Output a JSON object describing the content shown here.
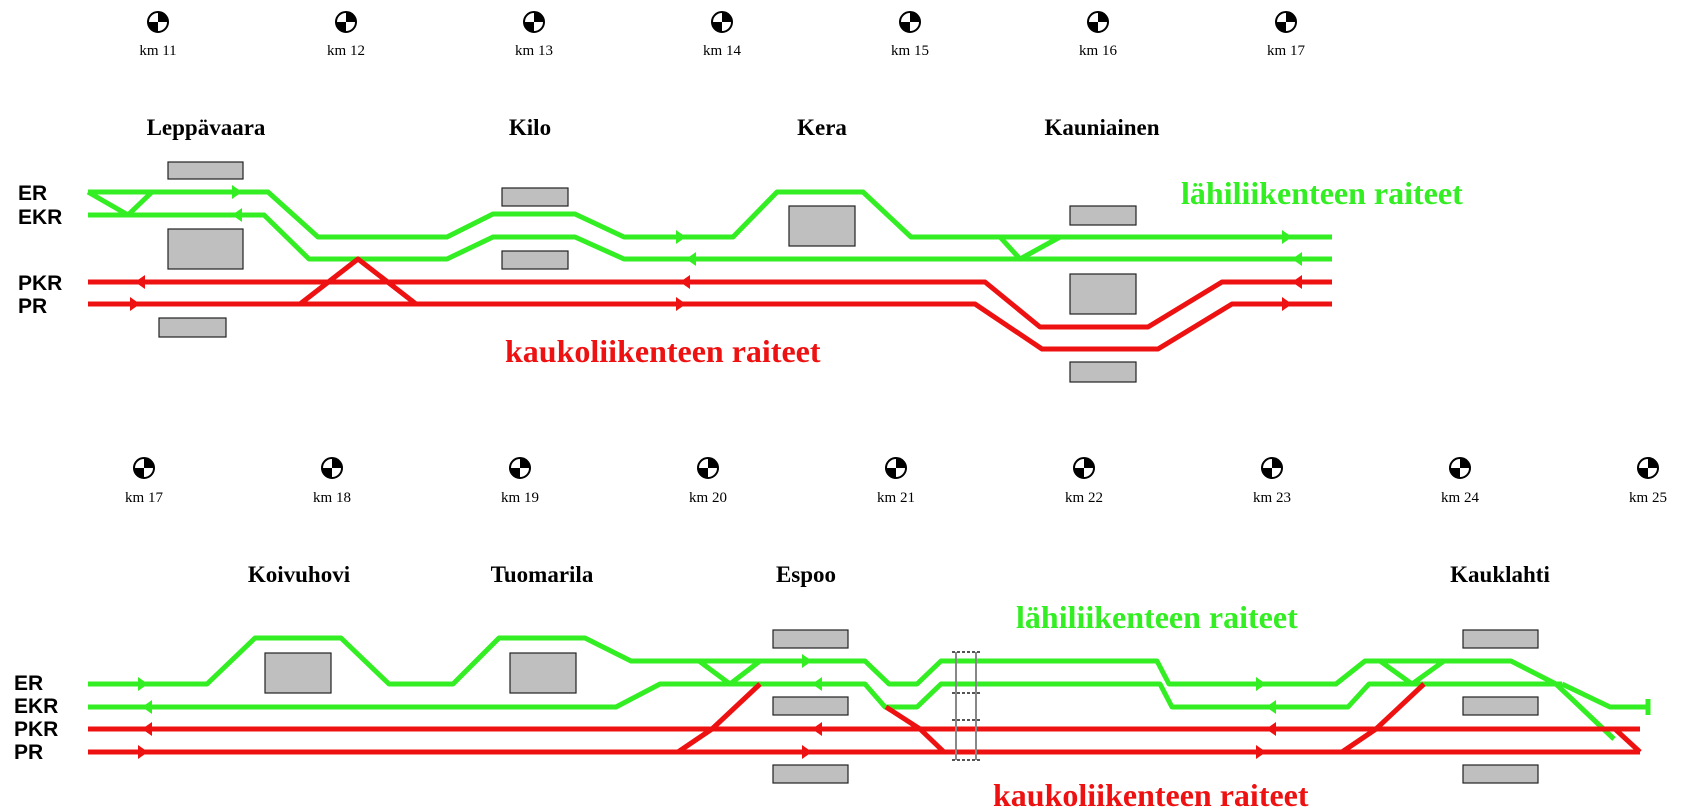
{
  "panels": [
    {
      "km_markers": [
        "km 11",
        "km 12",
        "km 13",
        "km 14",
        "km 15",
        "km 16",
        "km 17"
      ],
      "stations": [
        "Leppävaara",
        "Kilo",
        "Kera",
        "Kauniainen"
      ],
      "tracks": [
        "ER",
        "EKR",
        "PKR",
        "PR"
      ],
      "commuter_legend": "lähiliikenteen raiteet",
      "longdistance_legend": "kaukoliikenteen raiteet"
    },
    {
      "km_markers": [
        "km 17",
        "km 18",
        "km 19",
        "km 20",
        "km 21",
        "km 22",
        "km 23",
        "km 24",
        "km 25"
      ],
      "stations": [
        "Koivuhovi",
        "Tuomarila",
        "Espoo",
        "Kauklahti"
      ],
      "tracks": [
        "ER",
        "EKR",
        "PKR",
        "PR"
      ],
      "commuter_legend": "lähiliikenteen raiteet",
      "longdistance_legend": "kaukoliikenteen raiteet"
    }
  ],
  "colors": {
    "commuter_track": "#33ee22",
    "longdistance_track": "#ee1111",
    "platform": "#bfbfbf"
  },
  "icons": {
    "km_marker": "km-post-icon",
    "direction": "arrow-icon",
    "bridge": "bridge-icon",
    "buffer_stop": "buffer-stop-icon"
  }
}
